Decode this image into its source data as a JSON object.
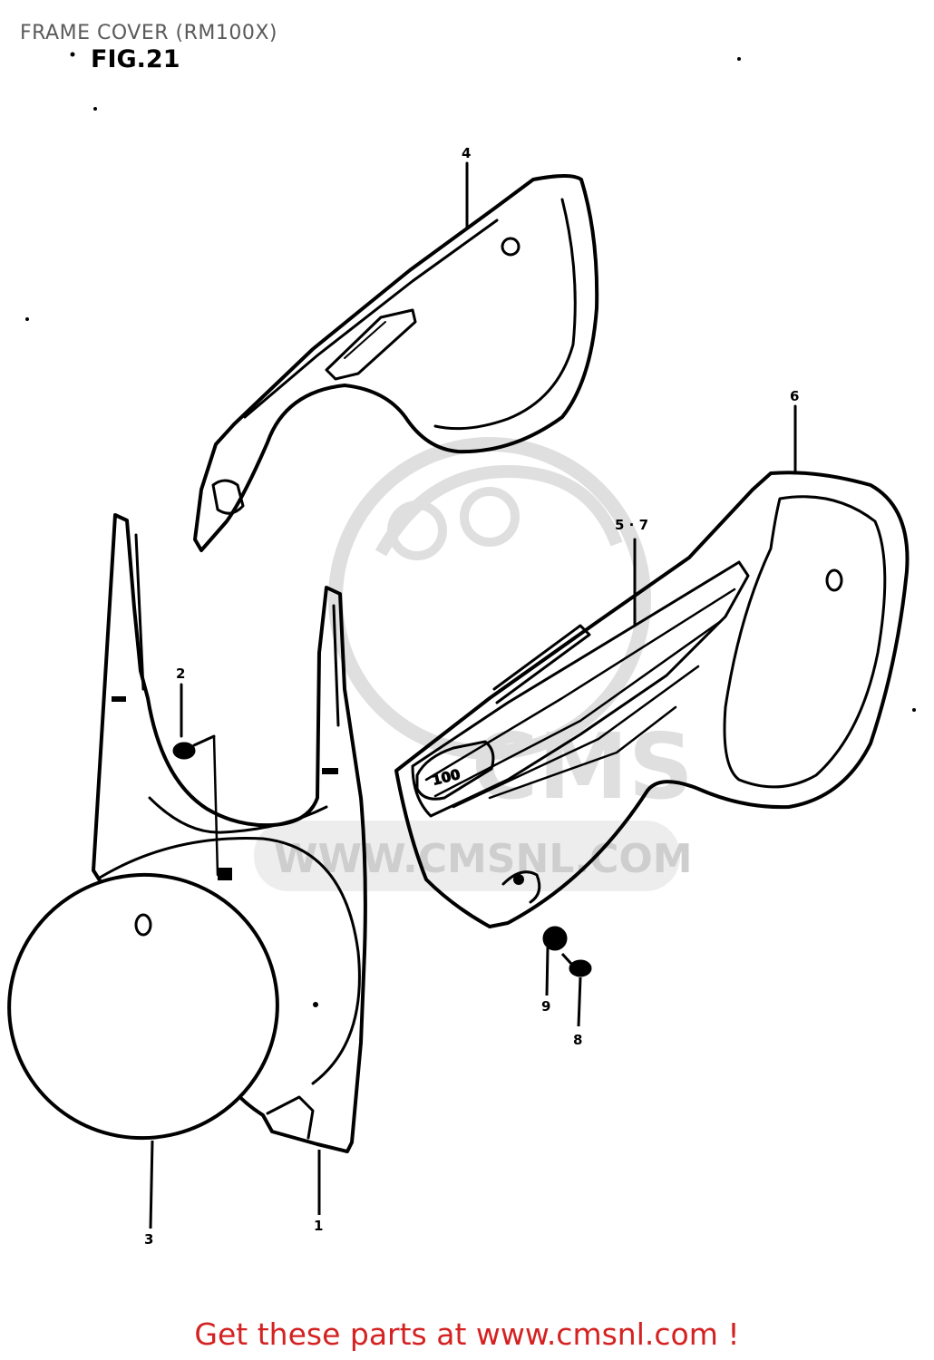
{
  "page_title": "FRAME COVER (RM100X)",
  "figure_label": "FIG.21",
  "banner": "Get these parts at www.cmsnl.com !",
  "watermark": {
    "brand": "CMS",
    "url": "WWW.CMSNL.COM",
    "color": "#dcdcdc"
  },
  "emblem_text": "100",
  "callouts": {
    "c1": "1",
    "c2": "2",
    "c3": "3",
    "c4": "4",
    "c57": "5 · 7",
    "c6": "6",
    "c8": "8",
    "c9": "9"
  },
  "colors": {
    "line": "#000000",
    "title": "#5a5a5a",
    "banner": "#d42222"
  }
}
